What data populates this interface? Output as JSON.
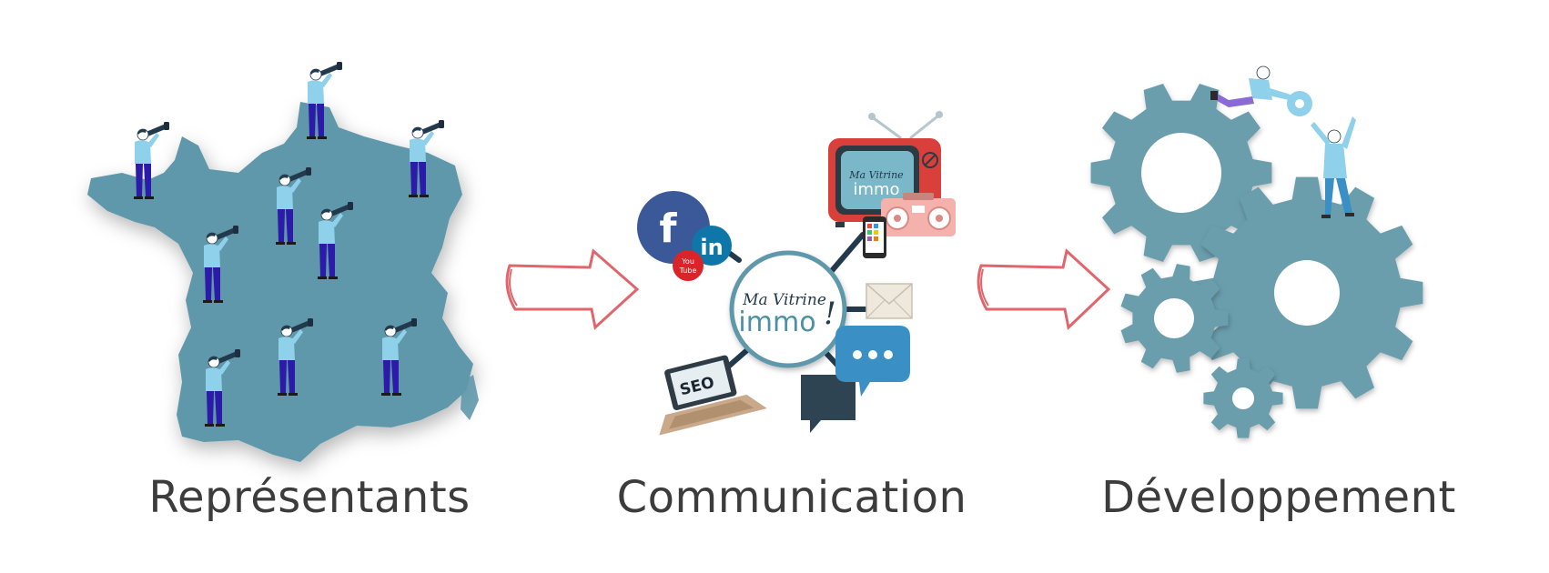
{
  "sections": [
    {
      "label": "Représentants"
    },
    {
      "label": "Communication"
    },
    {
      "label": "Développement"
    }
  ],
  "hub_logo": {
    "line1": "Ma Vitrine",
    "line2": "immo",
    "mark": "!"
  },
  "channel_icons": {
    "social_facebook": "f",
    "social_linkedin": "in",
    "social_youtube_top": "You",
    "social_youtube_bottom": "Tube",
    "tv_logo_line1": "Ma Vitrine",
    "tv_logo_line2": "immo",
    "seo": "SEO"
  },
  "colors": {
    "map": "#5f98ab",
    "gear": "#6a9ead",
    "arrow": "#e0666c",
    "navy": "#233a4d",
    "text": "#3c3c3c",
    "figure_shirt": "#8fd0ea",
    "figure_pants": "#2c1aa8"
  }
}
